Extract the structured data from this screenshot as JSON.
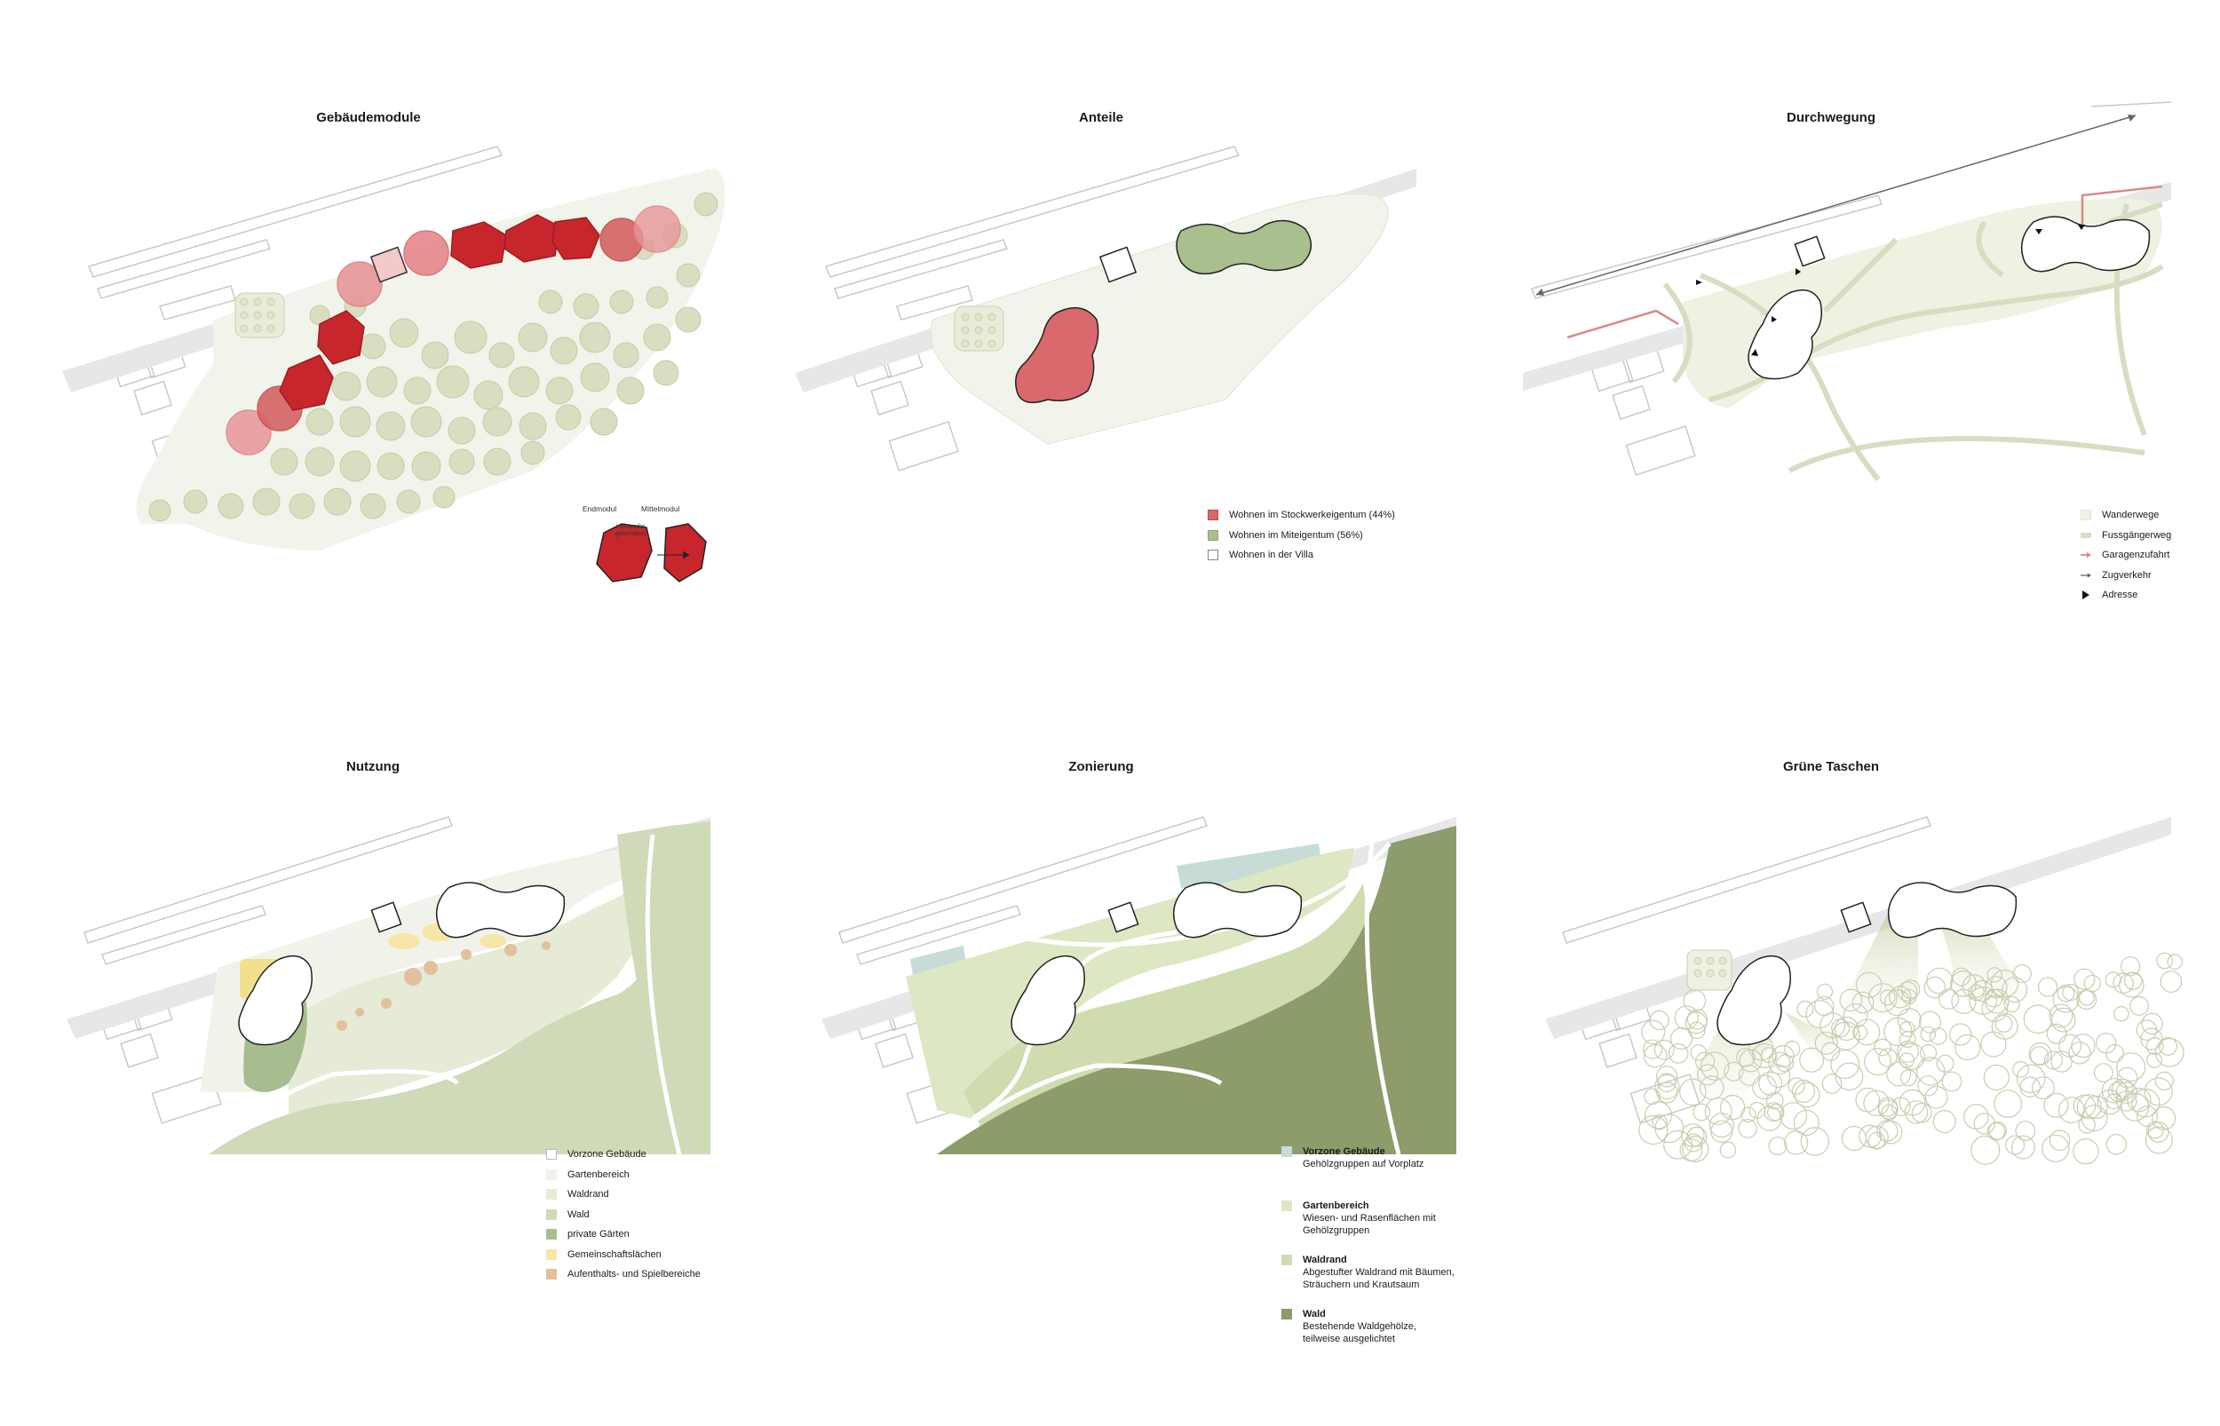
{
  "panels": {
    "gebaeude": {
      "title": "Gebäudemodule",
      "label_end": "Endmodul",
      "label_mid": "Mittelmodul",
      "label_joined": "ineinander geschoben"
    },
    "anteile": {
      "title": "Anteile",
      "legend": [
        {
          "label": "Wohnen im Stockwerkeigentum (44%)",
          "color": "#d9696c"
        },
        {
          "label": "Wohnen im Miteigentum (56%)",
          "color": "#a9bf8e"
        },
        {
          "label": "Wohnen in der Villa",
          "color": "#ffffff"
        }
      ]
    },
    "durchwegung": {
      "title": "Durchwegung",
      "legend": [
        {
          "label": "Wanderwege",
          "symbol": "band-light"
        },
        {
          "label": "Fussgängerweg",
          "symbol": "band-green"
        },
        {
          "label": "Garagenzufahrt",
          "symbol": "arrow-red"
        },
        {
          "label": "Zugverkehr",
          "symbol": "arrow-grey"
        },
        {
          "label": "Adresse",
          "symbol": "triangle"
        }
      ]
    },
    "nutzung": {
      "title": "Nutzung",
      "legend": [
        {
          "label": "Vorzone Gebäude",
          "color": "#ffffff"
        },
        {
          "label": "Gartenbereich",
          "color": "#f1f3ea"
        },
        {
          "label": "Waldrand",
          "color": "#e5ebd6"
        },
        {
          "label": "Wald",
          "color": "#cfdab8"
        },
        {
          "label": "private Gärten",
          "color": "#a8bd8f"
        },
        {
          "label": "Gemeinschaftslächen",
          "color": "#f6e7a8"
        },
        {
          "label": "Aufenthalts- und Spielbereiche",
          "color": "#e2c09e"
        }
      ]
    },
    "zonierung": {
      "title": "Zonierung",
      "legend": [
        {
          "title": "Vorzone Gebäude",
          "text": "Gehölzgruppen auf Vorplatz",
          "color": "#c7dcd6"
        },
        {
          "title": "Gartenbereich",
          "text": "Wiesen- und Rasenflächen mit Gehölzgruppen",
          "color": "#dde7c3"
        },
        {
          "title": "Waldrand",
          "text": "Abgestufter Waldrand mit Bäumen, Sträuchern und Krautsaum",
          "color": "#cfdcb0"
        },
        {
          "title": "Wald",
          "text": "Bestehende Waldgehölze, teilweise ausgelichtet",
          "color": "#8c9c6a"
        }
      ]
    },
    "taschen": {
      "title": "Grüne Taschen"
    }
  },
  "colors": {
    "road": "#e7e7e7",
    "site": "#f1f4ea",
    "tree": "#d8dec0",
    "module_red": "#c7262d",
    "module_ghost": "#e89698",
    "forest_light": "#cfdab8",
    "forest_dark": "#8c9c6a"
  }
}
